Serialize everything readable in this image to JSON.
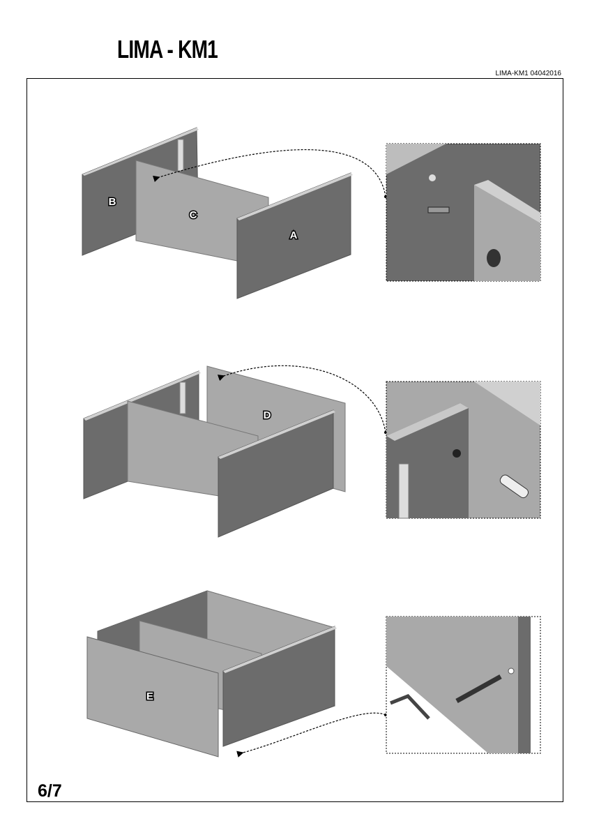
{
  "header": {
    "title": "LIMA - KM1",
    "document_code": "LIMA-KM1 04042016"
  },
  "steps": [
    {
      "labels": {
        "b": "B",
        "c": "C",
        "a": "A"
      }
    },
    {
      "labels": {
        "d": "D"
      }
    },
    {
      "labels": {
        "e": "E"
      }
    }
  ],
  "footer": {
    "page_number": "6/7"
  },
  "colors": {
    "dark_panel": "#6c6c6c",
    "light_panel": "#a9a9a9",
    "edge": "#cfcfcf"
  }
}
